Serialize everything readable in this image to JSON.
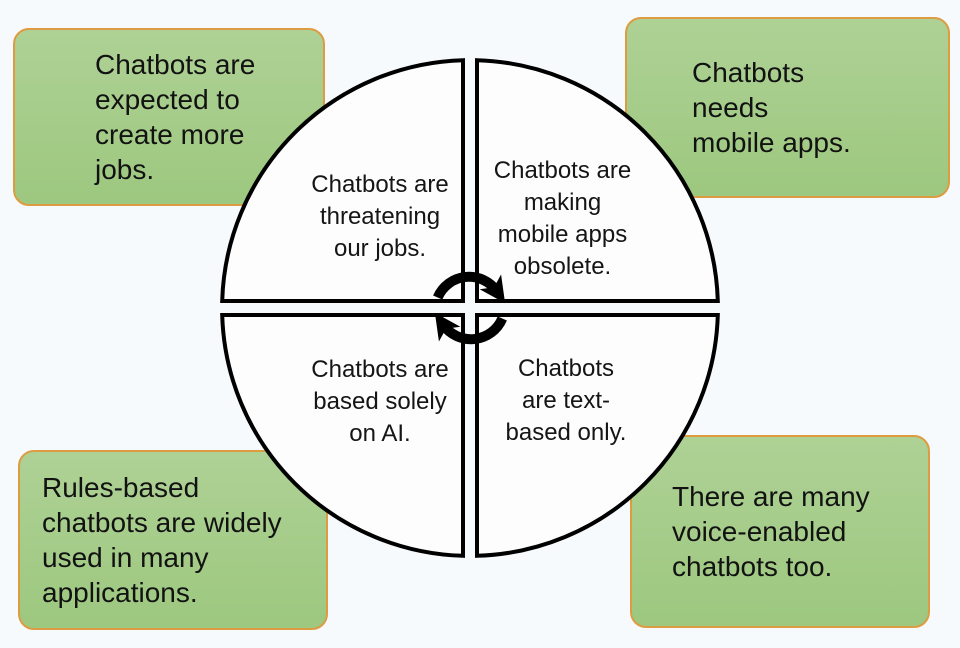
{
  "diagram": {
    "fact_boxes": {
      "top_left": "Chatbots are\nexpected to\ncreate more\njobs.",
      "top_right": "Chatbots\nneeds\nmobile apps.",
      "bottom_left": "Rules-based\nchatbots are widely\nused in many\napplications.",
      "bottom_right": "There are many\nvoice-enabled\nchatbots too."
    },
    "myth_quadrants": {
      "top_left": "Chatbots are\nthreatening\nour jobs.",
      "top_right": "Chatbots are\nmaking\nmobile apps\nobsolete.",
      "bottom_left": "Chatbots are\nbased solely\non AI.",
      "bottom_right": "Chatbots\nare text-\nbased only."
    },
    "center_icon": "cycle-arrows",
    "colors": {
      "box_fill_top": "#aed195",
      "box_fill_bottom": "#9dc87f",
      "box_border": "#dd9c42",
      "background": "#f7fafc",
      "circle_fill": "#fdfdfe",
      "line": "#000000",
      "text": "#111111"
    }
  }
}
